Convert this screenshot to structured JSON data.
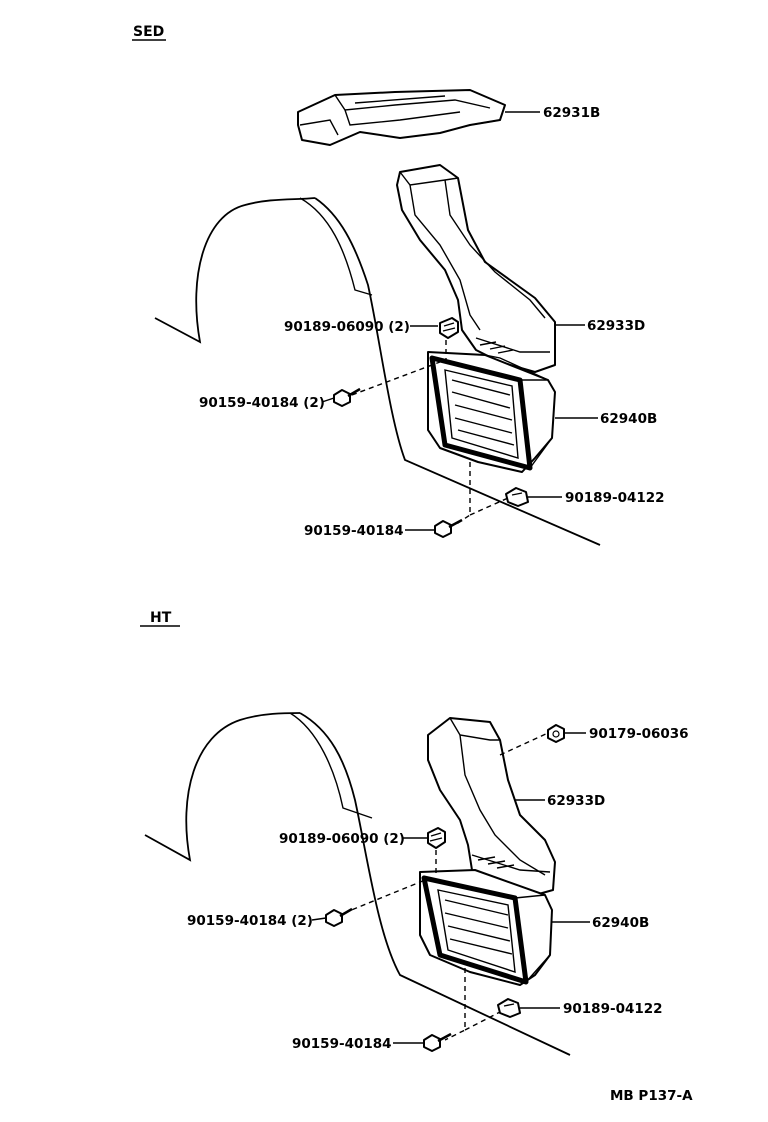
{
  "sections": {
    "sed": {
      "title": "SED",
      "labels": {
        "p62931B": "62931B",
        "p62933D": "62933D",
        "p62940B": "62940B",
        "p90189_06090": "90189-06090 (2)",
        "p90159_40184_2": "90159-40184 (2)",
        "p90189_04122": "90189-04122",
        "p90159_40184": "90159-40184"
      }
    },
    "ht": {
      "title": "HT",
      "labels": {
        "p90179_06036": "90179-06036",
        "p62933D": "62933D",
        "p62940B": "62940B",
        "p90189_06090": "90189-06090 (2)",
        "p90159_40184_2": "90159-40184 (2)",
        "p90189_04122": "90189-04122",
        "p90159_40184": "90159-40184"
      }
    }
  },
  "figure_code": "MB P137-A"
}
